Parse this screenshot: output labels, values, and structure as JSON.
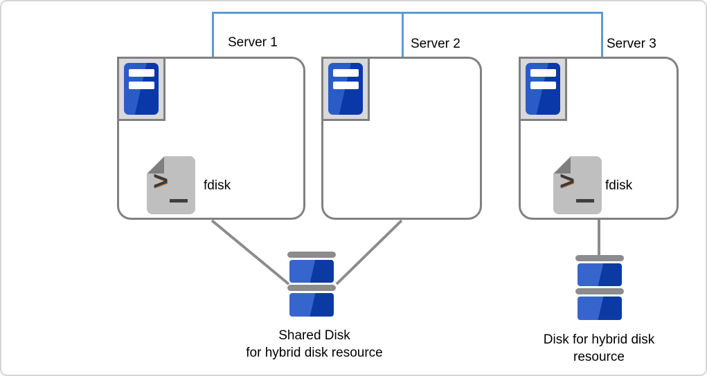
{
  "servers": [
    {
      "label": "Server 1",
      "tool_label": "fdisk"
    },
    {
      "label": "Server 2"
    },
    {
      "label": "Server 3",
      "tool_label": "fdisk"
    }
  ],
  "disks": {
    "shared": {
      "line1": "Shared Disk",
      "line2": "for hybrid disk resource"
    },
    "dedicated": {
      "line1": "Disk for hybrid disk",
      "line2": "resource"
    }
  },
  "icons": {
    "server": "server-tower-icon",
    "script": "terminal-script-icon",
    "disk": "disk-stack-icon"
  },
  "colors": {
    "network_line": "#5B9BD5",
    "box_border": "#808080",
    "connector_gray": "#8C8C8C",
    "server_blue_light": "#2A5CC8",
    "server_blue_dark": "#0A38A8",
    "disk_blue_light": "#3666CD",
    "disk_blue_dark": "#0B3AA3",
    "document_gray": "#BFBFBF",
    "fold_gray": "#7F7F7F"
  }
}
